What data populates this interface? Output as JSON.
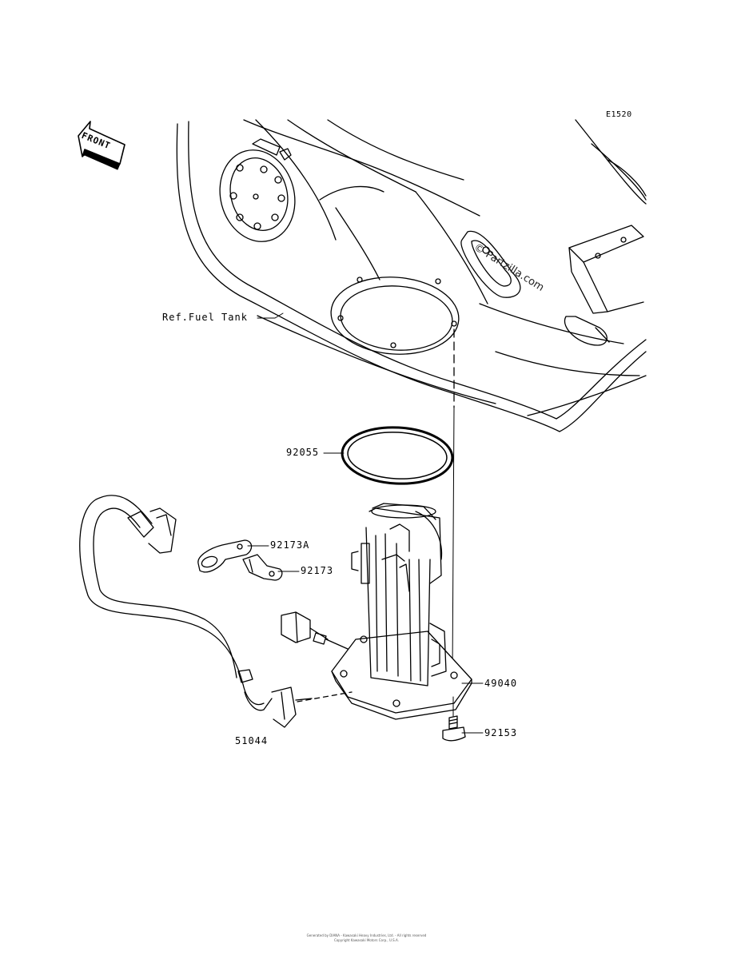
{
  "figure_code": "E1520",
  "direction_label": "FRONT",
  "watermark": "© Partzilla.com",
  "labels": {
    "fuel_tank": "Ref.Fuel Tank",
    "gasket": "92055",
    "bracket_a": "92173A",
    "bracket": "92173",
    "pump_assy": "49040",
    "bolt": "92153",
    "hose": "51044"
  },
  "footer": {
    "line1": "Generated by DIANA - Kawasaki Heavy Industries, Ltd. - All rights reserved",
    "line2": "Copyright Kawasaki Motors Corp., U.S.A."
  }
}
